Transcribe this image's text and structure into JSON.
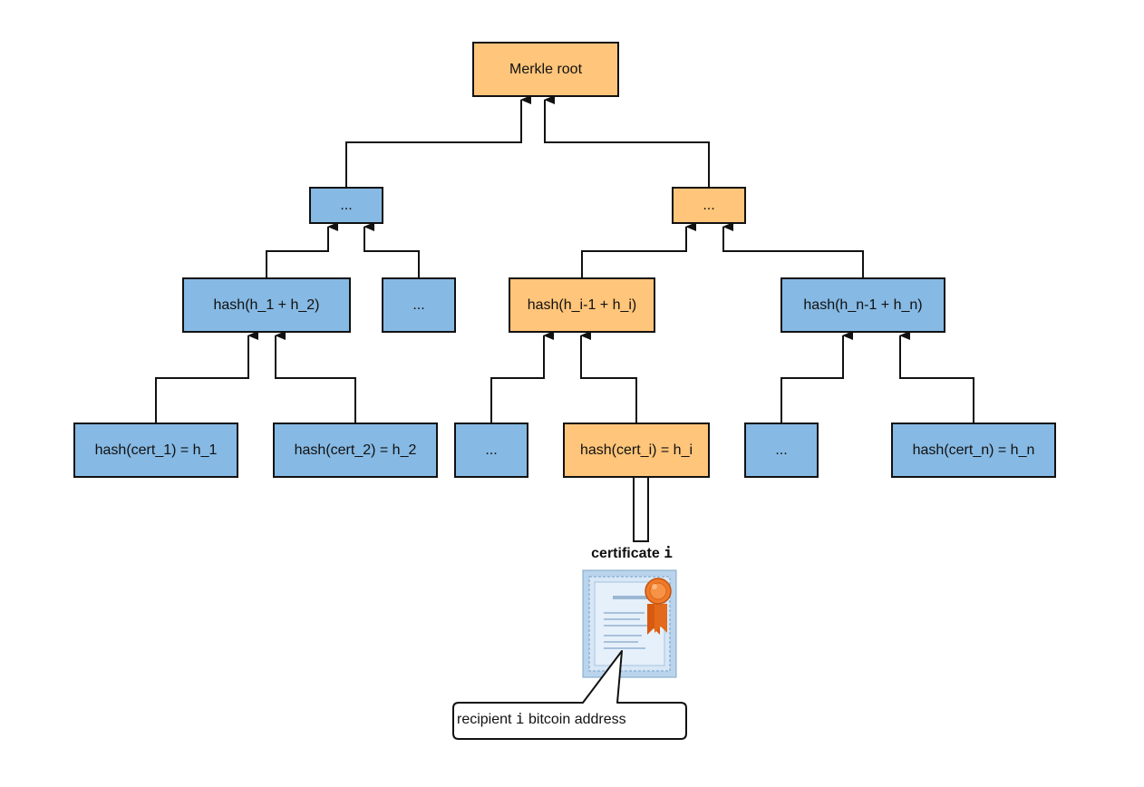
{
  "nodes": {
    "root": "Merkle root",
    "level1_left": "...",
    "level1_right": "...",
    "level2_a": "hash(h_1 + h_2)",
    "level2_b": "...",
    "level2_c": "hash(h_i-1 + h_i)",
    "level2_d": "hash(h_n-1 + h_n)",
    "leaf_1": "hash(cert_1) = h_1",
    "leaf_2": "hash(cert_2) = h_2",
    "leaf_3": "...",
    "leaf_4": "hash(cert_i) = h_i",
    "leaf_5": "...",
    "leaf_6": "hash(cert_n) = h_n"
  },
  "certificate": {
    "label_text": "certificate ",
    "label_var": "i",
    "icon": "certificate-icon"
  },
  "callout": {
    "prefix": "recipient ",
    "var": "i",
    "suffix": " bitcoin address"
  },
  "colors": {
    "highlight_path": "#ffc57a",
    "default_node": "#86b9e3",
    "border": "#111111"
  }
}
